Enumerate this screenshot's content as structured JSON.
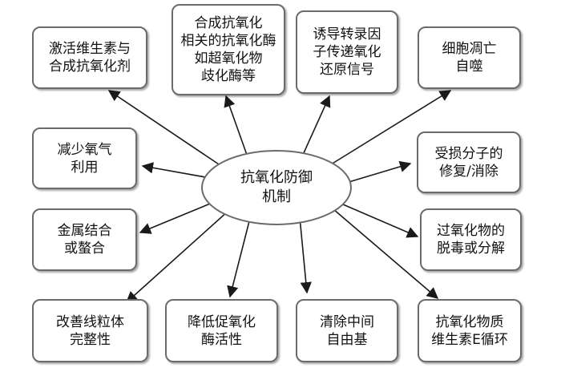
{
  "center_label": "抗氧化防御\n机制",
  "nodes": [
    {
      "id": "n1",
      "label": "激活维生素与\n合成抗氧化剂"
    },
    {
      "id": "n2",
      "label": "合成抗氧化\n相关的抗氧化酶\n如超氧化物\n歧化酶等"
    },
    {
      "id": "n3",
      "label": "诱导转录因\n子传递氧化\n还原信号"
    },
    {
      "id": "n4",
      "label": "细胞凋亡\n自噬"
    },
    {
      "id": "n5",
      "label": "减少氧气\n利用"
    },
    {
      "id": "n6",
      "label": "受损分子的\n修复/消除"
    },
    {
      "id": "n7",
      "label": "金属结合\n或螯合"
    },
    {
      "id": "n8",
      "label": "过氧化物的\n脱毒或分解"
    },
    {
      "id": "n9",
      "label": "改善线粒体\n完整性"
    },
    {
      "id": "n10",
      "label": "降低促氧化\n酶活性"
    },
    {
      "id": "n11",
      "label": "清除中间\n自由基"
    },
    {
      "id": "n12",
      "label": "抗氧化物质\n维生素E循环"
    }
  ],
  "colors": {
    "box_border": "#6b6b6b",
    "arrow": "#1a1a1a",
    "text": "#111111"
  }
}
